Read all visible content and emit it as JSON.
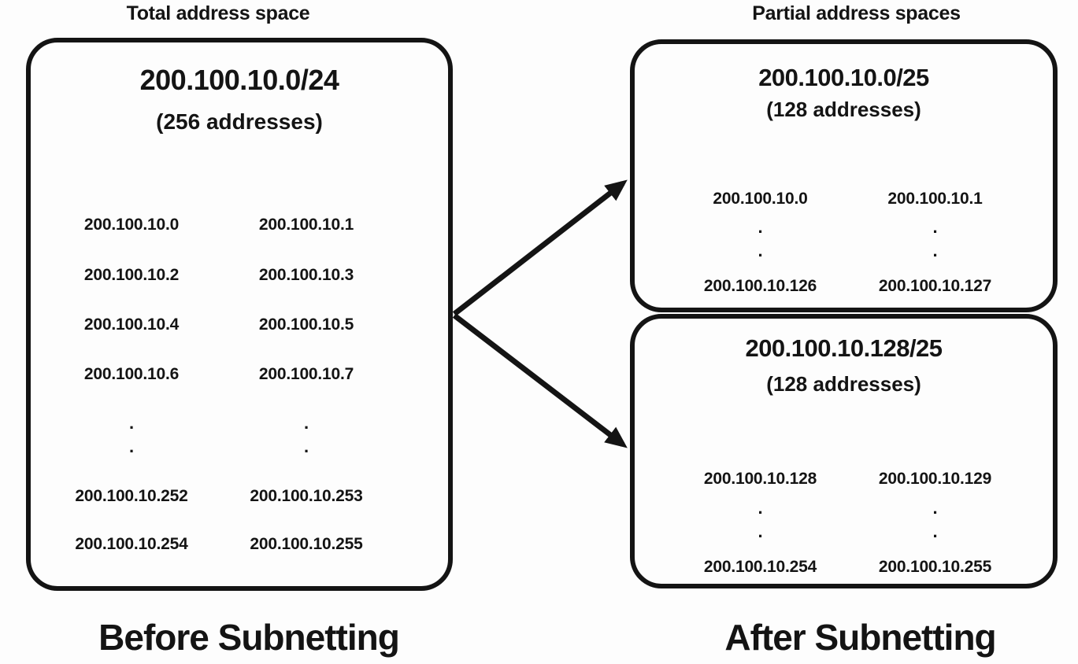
{
  "colors": {
    "ink": "#141414",
    "background": "#fdfdfd"
  },
  "left": {
    "title": "Total address space",
    "caption": "Before Subnetting",
    "box": {
      "cidr": "200.100.10.0/24",
      "count": "(256 addresses)",
      "rows": [
        [
          "200.100.10.0",
          "200.100.10.1"
        ],
        [
          "200.100.10.2",
          "200.100.10.3"
        ],
        [
          "200.100.10.4",
          "200.100.10.5"
        ],
        [
          "200.100.10.6",
          "200.100.10.7"
        ]
      ],
      "dot": ".",
      "tail_rows": [
        [
          "200.100.10.252",
          "200.100.10.253"
        ],
        [
          "200.100.10.254",
          "200.100.10.255"
        ]
      ]
    }
  },
  "right": {
    "title": "Partial address spaces",
    "caption": "After Subnetting",
    "boxes": [
      {
        "cidr": "200.100.10.0/25",
        "count": "(128 addresses)",
        "first_row": [
          "200.100.10.0",
          "200.100.10.1"
        ],
        "dot": ".",
        "last_row": [
          "200.100.10.126",
          "200.100.10.127"
        ]
      },
      {
        "cidr": "200.100.10.128/25",
        "count": "(128 addresses)",
        "first_row": [
          "200.100.10.128",
          "200.100.10.129"
        ],
        "dot": ".",
        "last_row": [
          "200.100.10.254",
          "200.100.10.255"
        ]
      }
    ]
  }
}
